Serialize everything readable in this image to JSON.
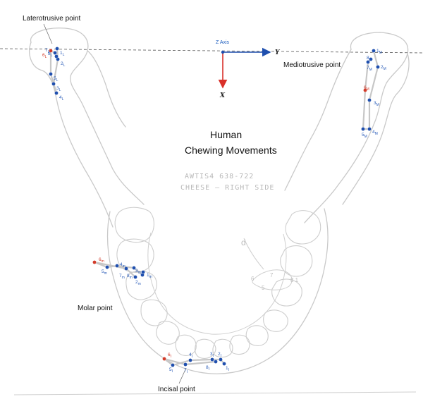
{
  "title": {
    "line1": "Human",
    "line2": "Chewing Movements"
  },
  "stamp": {
    "line1": "AWTIS4   638-722",
    "line2": "CHEESE —  RIGHT SIDE"
  },
  "axes": {
    "z_label": "Z Axis",
    "y_label": "Y",
    "x_label": "X"
  },
  "labels": {
    "laterotrusive": "Laterotrusive point",
    "mediotrusive": "Mediotrusive point",
    "molar": "Molar point",
    "incisal": "Incisal point"
  },
  "sketch_letters": {
    "d": "d",
    "six": "6",
    "five": "5",
    "seven": "7",
    "eight_one": "8 1"
  },
  "colors": {
    "blue": "#1f4fae",
    "red": "#d23b2a",
    "sketch": "#c9c9c9",
    "axis_blue": "#1f4fae",
    "axis_red": "#d9302a"
  },
  "point_groups": {
    "laterotrusive": [
      {
        "n": "1",
        "sub": "L",
        "color": "blue"
      },
      {
        "n": "2",
        "sub": "L",
        "color": "blue"
      },
      {
        "n": "3",
        "sub": "L",
        "color": "blue"
      },
      {
        "n": "4",
        "sub": "L",
        "color": "blue"
      },
      {
        "n": "5",
        "sub": "L",
        "color": "blue"
      },
      {
        "n": "6",
        "sub": "L",
        "color": "red"
      },
      {
        "n": "7",
        "sub": "L",
        "color": "blue"
      },
      {
        "n": "8",
        "sub": "L",
        "color": "blue"
      }
    ],
    "mediotrusive": [
      {
        "n": "1",
        "sub": "M",
        "color": "blue"
      },
      {
        "n": "2",
        "sub": "M",
        "color": "blue"
      },
      {
        "n": "3",
        "sub": "M",
        "color": "blue"
      },
      {
        "n": "4",
        "sub": "M",
        "color": "blue"
      },
      {
        "n": "5",
        "sub": "M",
        "color": "blue"
      },
      {
        "n": "6",
        "sub": "M",
        "color": "red"
      },
      {
        "n": "7",
        "sub": "M",
        "color": "blue"
      },
      {
        "n": "8",
        "sub": "M",
        "color": "blue"
      }
    ],
    "molar": [
      {
        "n": "1",
        "sub": "m",
        "color": "blue"
      },
      {
        "n": "2",
        "sub": "m",
        "color": "blue"
      },
      {
        "n": "3",
        "sub": "m",
        "color": "blue"
      },
      {
        "n": "4",
        "sub": "m",
        "color": "blue"
      },
      {
        "n": "5",
        "sub": "m",
        "color": "blue"
      },
      {
        "n": "6",
        "sub": "m",
        "color": "red"
      },
      {
        "n": "7",
        "sub": "m",
        "color": "blue"
      },
      {
        "n": "8",
        "sub": "m",
        "color": "blue"
      }
    ],
    "incisal": [
      {
        "n": "1",
        "sub": "I",
        "color": "blue"
      },
      {
        "n": "2",
        "sub": "I",
        "color": "blue"
      },
      {
        "n": "3",
        "sub": "I",
        "color": "blue"
      },
      {
        "n": "4",
        "sub": "I",
        "color": "blue"
      },
      {
        "n": "5",
        "sub": "I",
        "color": "blue"
      },
      {
        "n": "6",
        "sub": "I",
        "color": "red"
      },
      {
        "n": "7",
        "sub": "I",
        "color": "blue"
      },
      {
        "n": "8",
        "sub": "I",
        "color": "blue"
      }
    ]
  }
}
